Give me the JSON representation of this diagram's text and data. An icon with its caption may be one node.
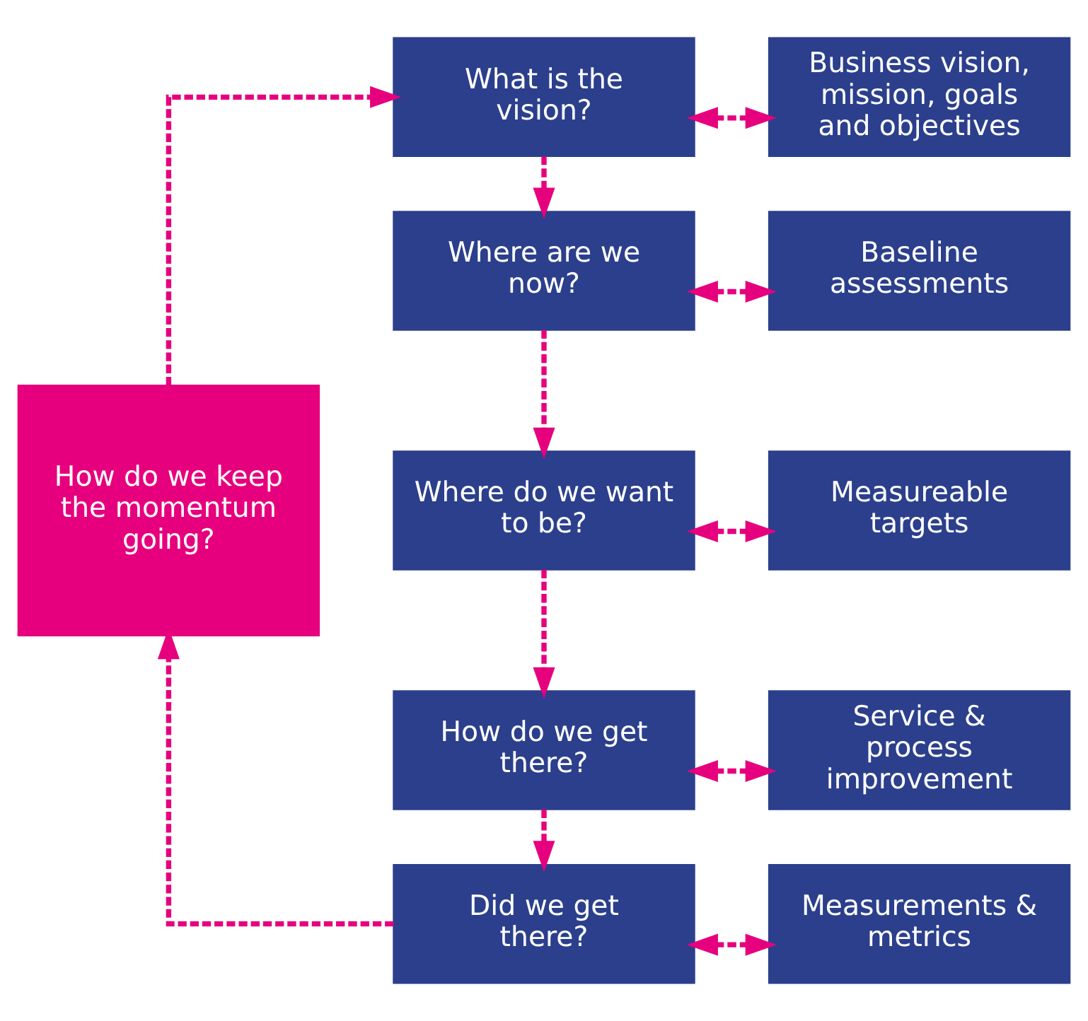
{
  "diagram": {
    "nodes": [
      {
        "text": [
          "What is the vision?"
        ]
      },
      {
        "text": [
          "Business vision, mission, goals and objectives"
        ]
      },
      {
        "text": [
          "Where are we now?"
        ]
      },
      {
        "text": [
          "Baseline assessments"
        ]
      },
      {
        "text": [
          "Where do we want to be?"
        ]
      },
      {
        "text": [
          "Measureable targets"
        ]
      },
      {
        "text": [
          "How do we get there?"
        ]
      },
      {
        "text": [
          "Service & process improvement"
        ]
      },
      {
        "text": [
          "Did we get there?"
        ]
      },
      {
        "text": [
          "Measurements & metrics"
        ]
      },
      {
        "text": [
          "How do we keep the momentum going?"
        ]
      }
    ],
    "edges": [
      {
        "from": 0,
        "to": 1,
        "arrow": "both"
      },
      {
        "from": 0,
        "to": 2,
        "arrow": "to"
      },
      {
        "from": 2,
        "to": 3,
        "arrow": "both"
      },
      {
        "from": 2,
        "to": 4,
        "arrow": "to"
      },
      {
        "from": 4,
        "to": 5,
        "arrow": "both"
      },
      {
        "from": 4,
        "to": 6,
        "arrow": "to"
      },
      {
        "from": 6,
        "to": 7,
        "arrow": "both"
      },
      {
        "from": 6,
        "to": 8,
        "arrow": "to"
      },
      {
        "from": 8,
        "to": 9,
        "arrow": "both"
      },
      {
        "from": 8,
        "to": 10,
        "arrow": "to"
      },
      {
        "from": 10,
        "to": 0,
        "arrow": "to"
      }
    ]
  }
}
